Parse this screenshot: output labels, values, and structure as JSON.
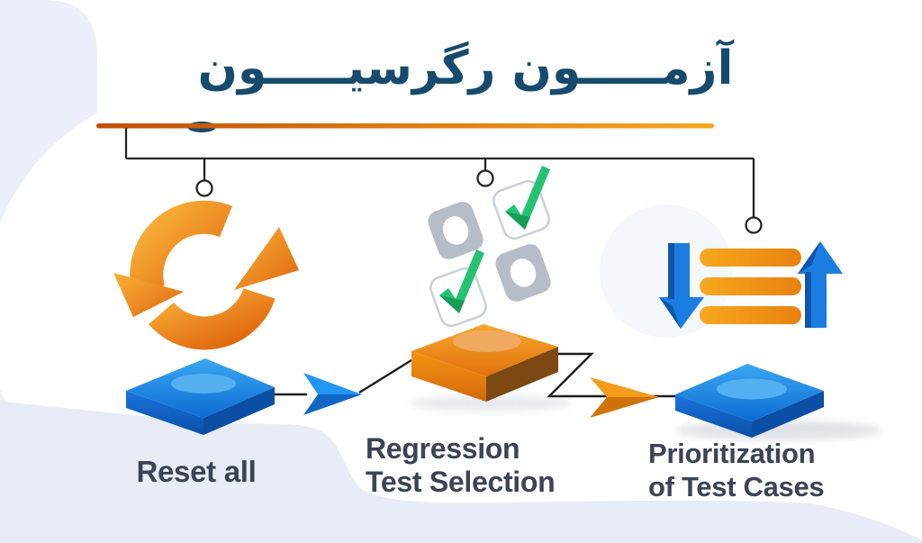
{
  "title": {
    "text": "آزمـــــون رگرسیـــــون"
  },
  "nodes": [
    {
      "id": "reset-all",
      "icon": "refresh-sync-icon",
      "label_lines": [
        "Reset all"
      ]
    },
    {
      "id": "regression-test-selection",
      "icon": "checkbox-selection-icon",
      "label_lines": [
        "Regression",
        "Test Selection"
      ]
    },
    {
      "id": "prioritization-of-test-cases",
      "icon": "priority-list-icon",
      "label_lines": [
        "Prioritization",
        "of Test Cases"
      ]
    }
  ],
  "colors": {
    "title_navy": "#164a6e",
    "label_slate": "#3b4456",
    "underline_gradient": [
      "#c24e05",
      "#f7a81f"
    ],
    "icon_orange": [
      "#f9ae33",
      "#e06a0d"
    ],
    "check_green": "#25c274",
    "check_green_dark": "#189c58",
    "checkbox_gray": "#b6bcc8",
    "platform_blue": [
      "#3aa7f2",
      "#0d6bd3"
    ],
    "platform_orange": [
      "#f7a829",
      "#d2690a"
    ],
    "arrow_blue": "#2196f3",
    "arrow_orange": "#f59c1b",
    "connector_black": "#222222",
    "background_lavender": "#e9eef9"
  }
}
